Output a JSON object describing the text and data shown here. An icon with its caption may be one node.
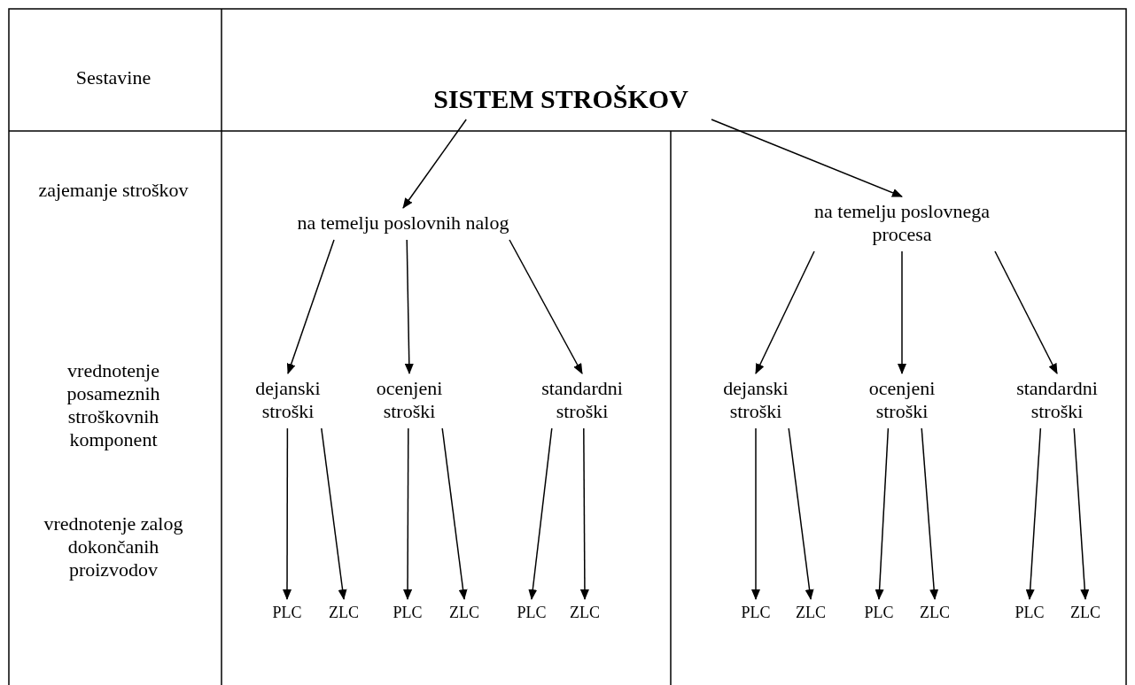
{
  "diagram": {
    "nodes": [
      {
        "text": [
          "SISTEM STROŠKOV"
        ]
      },
      {
        "text": [
          "na temelju poslovnih nalog"
        ]
      },
      {
        "text": [
          "na temelju poslovnega procesa"
        ]
      },
      {
        "text": [
          "dejanski stroški"
        ]
      },
      {
        "text": [
          "ocenjeni stroški"
        ]
      },
      {
        "text": [
          "standardni stroški"
        ]
      },
      {
        "text": [
          "dejanski stroški"
        ]
      },
      {
        "text": [
          "ocenjeni stroški"
        ]
      },
      {
        "text": [
          "standardni stroški"
        ]
      },
      {
        "text": [
          "PLC"
        ]
      },
      {
        "text": [
          "ZLC"
        ]
      },
      {
        "text": [
          "PLC"
        ]
      },
      {
        "text": [
          "ZLC"
        ]
      },
      {
        "text": [
          "PLC"
        ]
      },
      {
        "text": [
          "ZLC"
        ]
      },
      {
        "text": [
          "PLC"
        ]
      },
      {
        "text": [
          "ZLC"
        ]
      },
      {
        "text": [
          "PLC"
        ]
      },
      {
        "text": [
          "ZLC"
        ]
      },
      {
        "text": [
          "PLC"
        ]
      },
      {
        "text": [
          "ZLC"
        ]
      }
    ],
    "edges": [
      {
        "from": 0,
        "to": 1,
        "arrow": "to"
      },
      {
        "from": 0,
        "to": 2,
        "arrow": "to"
      },
      {
        "from": 1,
        "to": 3,
        "arrow": "to"
      },
      {
        "from": 1,
        "to": 4,
        "arrow": "to"
      },
      {
        "from": 1,
        "to": 5,
        "arrow": "to"
      },
      {
        "from": 2,
        "to": 6,
        "arrow": "to"
      },
      {
        "from": 2,
        "to": 7,
        "arrow": "to"
      },
      {
        "from": 2,
        "to": 8,
        "arrow": "to"
      },
      {
        "from": 3,
        "to": 9,
        "arrow": "to"
      },
      {
        "from": 3,
        "to": 10,
        "arrow": "to"
      },
      {
        "from": 4,
        "to": 11,
        "arrow": "to"
      },
      {
        "from": 4,
        "to": 12,
        "arrow": "to"
      },
      {
        "from": 5,
        "to": 13,
        "arrow": "to"
      },
      {
        "from": 5,
        "to": 14,
        "arrow": "to"
      },
      {
        "from": 6,
        "to": 15,
        "arrow": "to"
      },
      {
        "from": 6,
        "to": 16,
        "arrow": "to"
      },
      {
        "from": 7,
        "to": 17,
        "arrow": "to"
      },
      {
        "from": 7,
        "to": 18,
        "arrow": "to"
      },
      {
        "from": 8,
        "to": 19,
        "arrow": "to"
      },
      {
        "from": 8,
        "to": 20,
        "arrow": "to"
      }
    ],
    "labels": [
      "Sestavine",
      "zajemanje stroškov",
      "vrednotenje posameznih stroškovnih komponent",
      "vrednotenje zalog dokončanih proizvodov"
    ]
  }
}
